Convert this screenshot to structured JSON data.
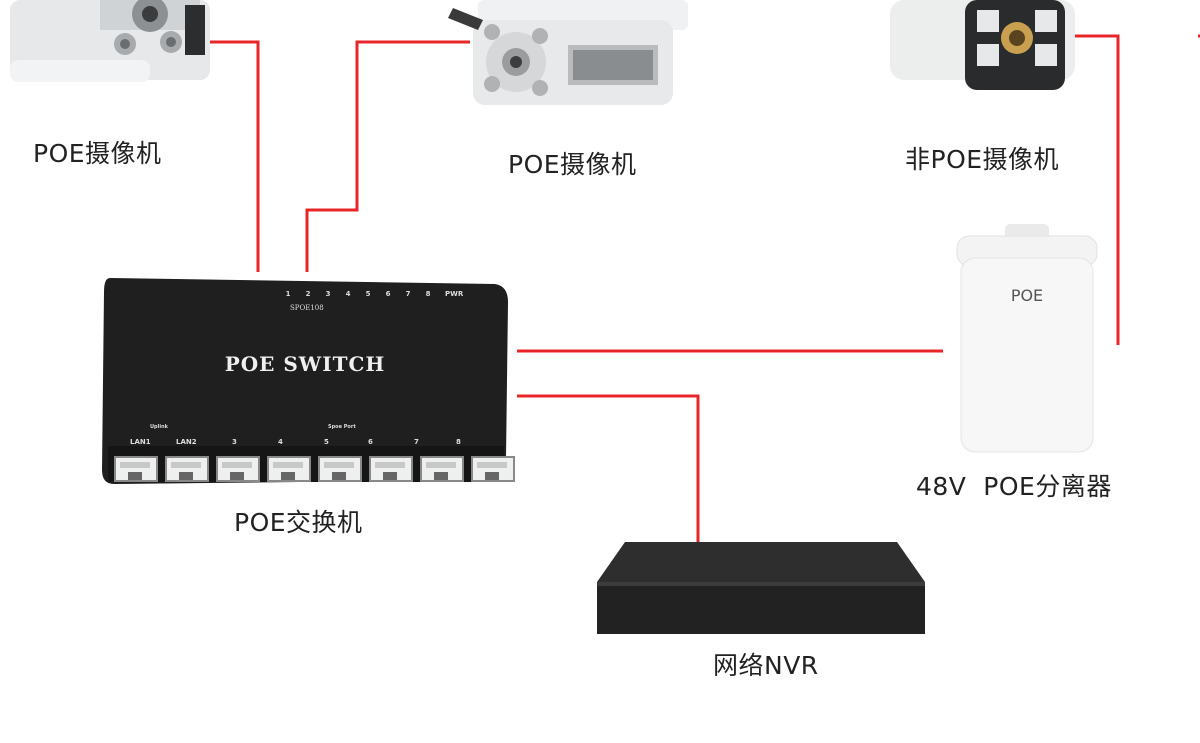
{
  "labels": {
    "camera_left": "POE摄像机",
    "camera_center": "POE摄像机",
    "camera_right": "非POE摄像机",
    "switch": "POE交换机",
    "splitter": "48V  POE分离器",
    "nvr": "网络NVR"
  },
  "switch": {
    "title": "POE SWITCH",
    "model": "SPOE108",
    "led_labels": [
      "1",
      "2",
      "3",
      "4",
      "5",
      "6",
      "7",
      "8",
      "PWR"
    ],
    "uplink_label": "Uplink",
    "spoe_port_label": "Spoe Port",
    "port_labels": [
      "LAN1",
      "LAN2",
      "3",
      "4",
      "5",
      "6",
      "7",
      "8"
    ]
  },
  "splitter": {
    "text": "POE"
  },
  "colors": {
    "wire": "#e8262a",
    "switch_body": "#1f1f20",
    "nvr_body": "#2a2a2b"
  }
}
